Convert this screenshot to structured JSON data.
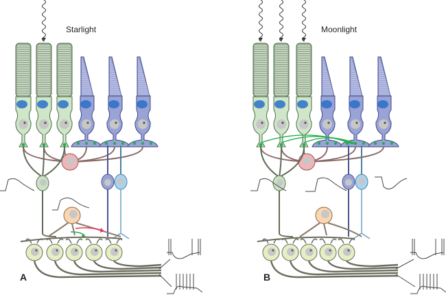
{
  "panels": [
    {
      "id": "A",
      "label": "A",
      "title": "Starlight",
      "photons": 1
    },
    {
      "id": "B",
      "label": "B",
      "title": "Moonlight",
      "photons": 3
    }
  ],
  "colors": {
    "rod_outer": "#9fb49a",
    "rod_body": "#cfe6c8",
    "cone": "#9aa3d6",
    "mito": "#2a6fc9",
    "horizontal": "#f2b4b8",
    "rod_bipolar": "#c8e4c2",
    "cone_bipolar_on": "#9aa3d6",
    "cone_bipolar_off": "#a8d4ef",
    "amacrine": "#fbd6b0",
    "ganglion": "#e4efc4",
    "axon": "#6b6b5e",
    "gap_junction": "#22b04a",
    "signal_red": "#e8365a"
  }
}
